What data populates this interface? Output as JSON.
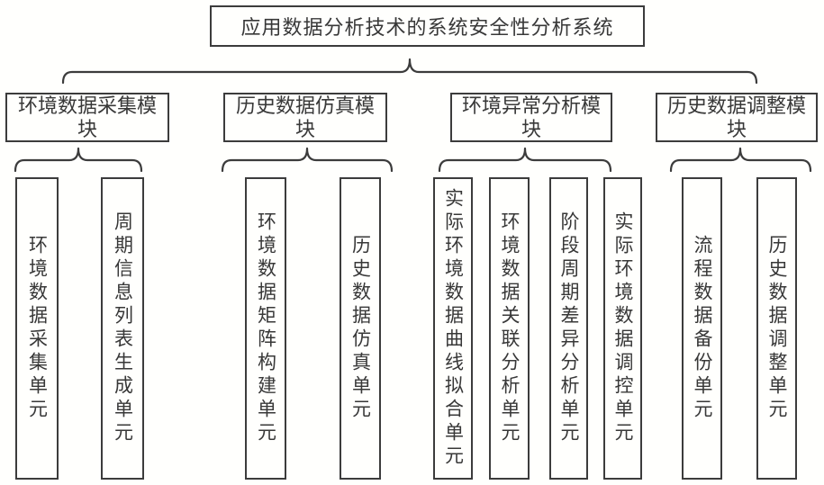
{
  "diagram": {
    "title": "应用数据分析技术的系统安全性分析系统",
    "modules": [
      {
        "label": "环境数据采集模块",
        "units": [
          "环境数据采集单元",
          "周期信息列表生成单元"
        ]
      },
      {
        "label": "历史数据仿真模块",
        "units": [
          "环境数据矩阵构建单元",
          "历史数据仿真单元"
        ]
      },
      {
        "label": "环境异常分析模块",
        "units": [
          "实际环境数据曲线拟合单元",
          "环境数据关联分析单元",
          "阶段周期差异分析单元",
          "实际环境数据调控单元"
        ]
      },
      {
        "label": "历史数据调整模块",
        "units": [
          "流程数据备份单元",
          "历史数据调整单元"
        ]
      }
    ],
    "colors": {
      "line": "#3c3c3c",
      "text": "#383838",
      "background": "#fffffd"
    }
  }
}
